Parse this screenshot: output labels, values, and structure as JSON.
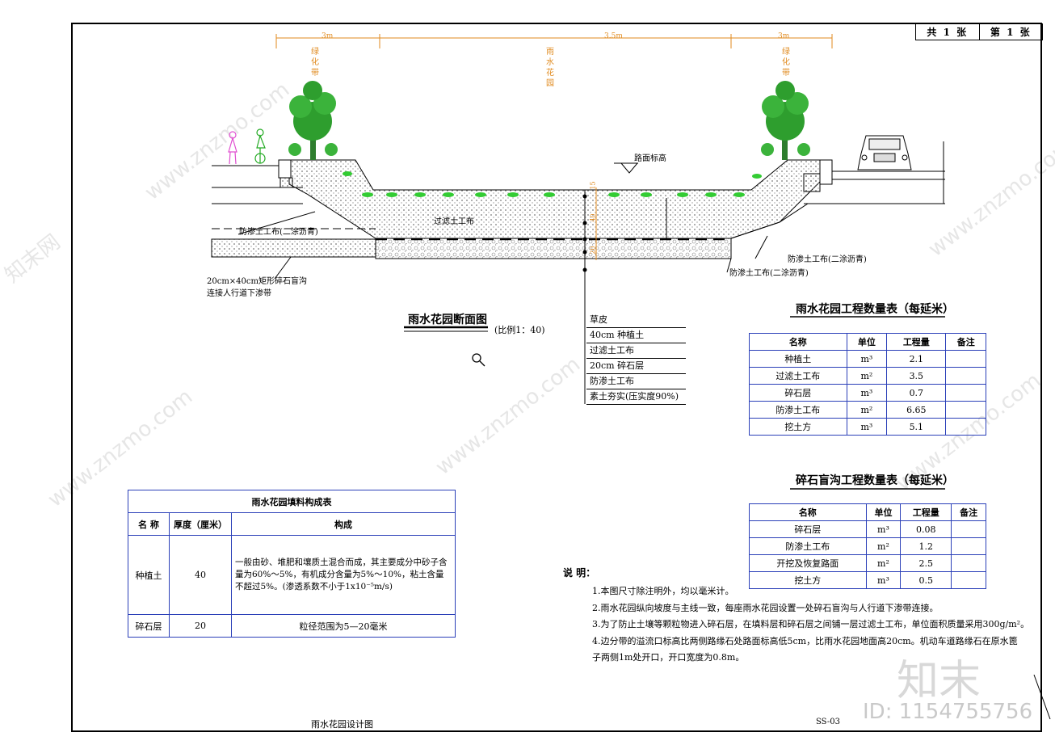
{
  "page_box": {
    "total": "共 1 张",
    "current": "第 1 张"
  },
  "dimensions": {
    "left": "3m",
    "middle": "3.5m",
    "right": "3m"
  },
  "vertical_labels": {
    "left": "绿化带",
    "middle": "雨水花园",
    "right": "绿化带"
  },
  "callouts": {
    "road_level": "路面标高",
    "filter_cloth": "过滤土工布",
    "impermeable_left": "防渗土工布(二涂沥青)",
    "impermeable_right_1": "防渗土工布(二涂沥青)",
    "impermeable_right_2": "防渗土工布(二涂沥青)",
    "drain_1": "20cm×40cm矩形碎石盲沟",
    "drain_2": "连接人行道下渗带"
  },
  "depth_marks": [
    "15",
    "40",
    "20"
  ],
  "section_title": "雨水花园断面图",
  "section_scale": "(比例1：40)",
  "layer_legend": [
    "草皮",
    "40cm 种植土",
    "过滤土工布",
    "20cm 碎石层",
    "防渗土工布",
    "素土夯实(压实度90%)"
  ],
  "table1": {
    "title": "雨水花园工程数量表（每延米）",
    "headers": [
      "名称",
      "单位",
      "工程量",
      "备注"
    ],
    "rows": [
      [
        "种植土",
        "m³",
        "2.1",
        ""
      ],
      [
        "过滤土工布",
        "m²",
        "3.5",
        ""
      ],
      [
        "碎石层",
        "m³",
        "0.7",
        ""
      ],
      [
        "防渗土工布",
        "m²",
        "6.65",
        ""
      ],
      [
        "挖土方",
        "m³",
        "5.1",
        ""
      ]
    ]
  },
  "table2": {
    "title": "碎石盲沟工程数量表（每延米）",
    "headers": [
      "名称",
      "单位",
      "工程量",
      "备注"
    ],
    "rows": [
      [
        "碎石层",
        "m³",
        "0.08",
        ""
      ],
      [
        "防渗土工布",
        "m²",
        "1.2",
        ""
      ],
      [
        "开挖及恢复路面",
        "m²",
        "2.5",
        ""
      ],
      [
        "挖土方",
        "m³",
        "0.5",
        ""
      ]
    ]
  },
  "material_table": {
    "title": "雨水花园填料构成表",
    "headers": [
      "名 称",
      "厚度（厘米）",
      "构成"
    ],
    "rows": [
      {
        "name": "种植土",
        "thickness": "40",
        "composition": "一般由砂、堆肥和壤质土混合而成，其主要成分中砂子含量为60%～5%，有机成分含量为5%～10%，粘土含量不超过5%。(渗透系数不小于1x10⁻⁵m/s)"
      },
      {
        "name": "碎石层",
        "thickness": "20",
        "composition": "粒径范围为5—20毫米"
      }
    ]
  },
  "notes": {
    "heading": "说 明：",
    "items": [
      "1.本图尺寸除注明外，均以毫米计。",
      "2.雨水花园纵向坡度与主线一致，每座雨水花园设置一处碎石盲沟与人行道下渗带连接。",
      "3.为了防止土壤等颗粒物进入碎石层，在填料层和碎石层之间铺一层过滤土工布，单位面积质量采用300g/m²。",
      "4.边分带的溢流口标高比两侧路缘石处路面标高低5cm，比雨水花园地面高20cm。机动车道路缘石在原水篦",
      "子两侧1m处开口，开口宽度为0.8m。"
    ]
  },
  "drawing_title": "雨水花园设计图",
  "drawing_number": "SS-03",
  "watermarks": [
    "www.znzmo.com",
    "知末网"
  ],
  "brand": "知末",
  "id_tag": "ID: 1154755756",
  "colors": {
    "tree": "#2e9e2e",
    "grass": "#33cc33",
    "dim": "#e08a1e",
    "table_border": "#2a3fb8",
    "pedestrian": "#e04fd0"
  }
}
